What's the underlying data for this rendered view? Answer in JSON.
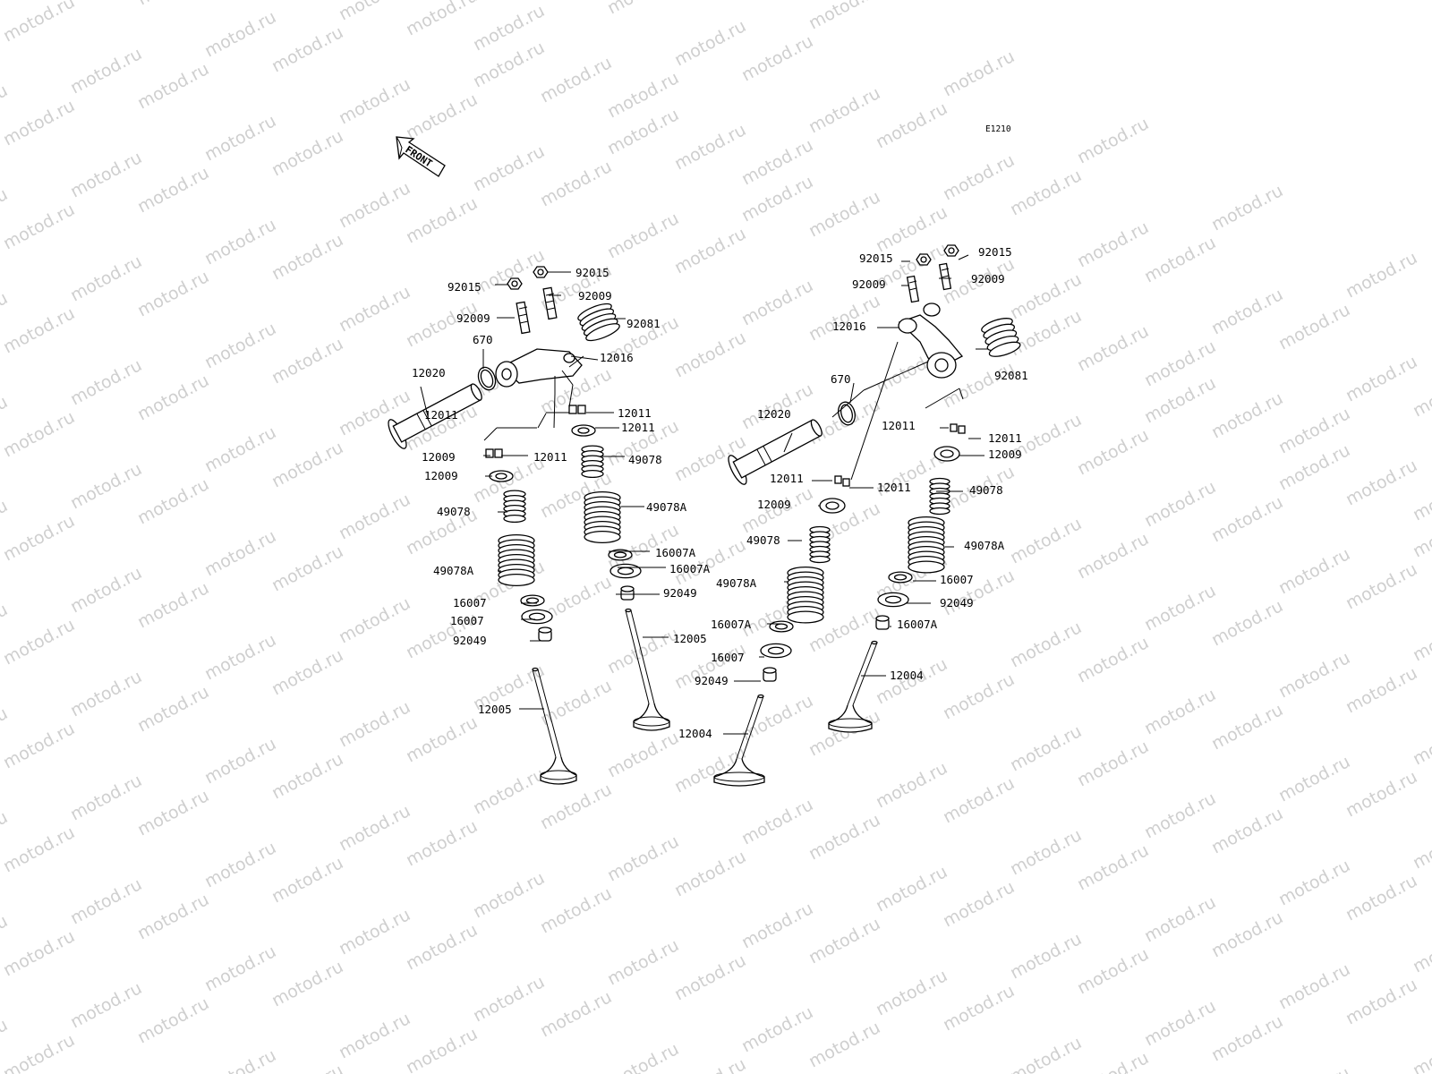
{
  "watermark": "motod.ru",
  "diagram_code": "E1210",
  "front_label": "FRONT",
  "callouts": [
    "92015",
    "92015",
    "92009",
    "92009",
    "92081",
    "670",
    "12016",
    "12020",
    "12011",
    "12011",
    "12009",
    "12011",
    "12011",
    "12009",
    "49078",
    "49078",
    "49078A",
    "49078A",
    "16007",
    "16007A",
    "16007",
    "16007A",
    "92049",
    "92049",
    "12005",
    "12005",
    "92015",
    "92015",
    "92009",
    "92009",
    "12016",
    "92081",
    "670",
    "12020",
    "12011",
    "12011",
    "12009",
    "12011",
    "12011",
    "12009",
    "49078",
    "49078",
    "49078A",
    "49078A",
    "16007",
    "16007A",
    "92049",
    "16007",
    "16007A",
    "92049",
    "12004",
    "12004"
  ]
}
